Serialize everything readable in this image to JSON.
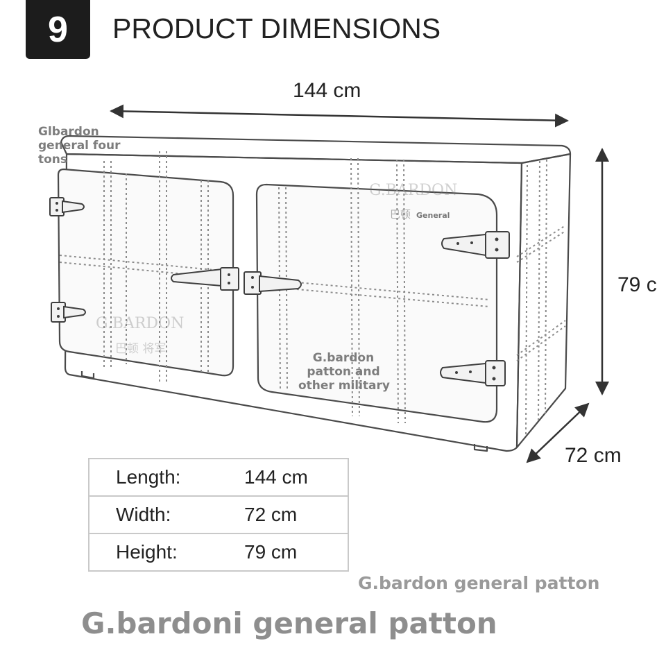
{
  "header": {
    "step_number": "9",
    "title": "PRODUCT DIMENSIONS"
  },
  "dimensions": {
    "width_label": "144 cm",
    "height_label": "79 c",
    "depth_label": "72 cm"
  },
  "specs": [
    {
      "label": "Length:",
      "value": "144 cm"
    },
    {
      "label": "Width:",
      "value": "72 cm"
    },
    {
      "label": "Height:",
      "value": "79 cm"
    }
  ],
  "watermarks": {
    "top_left": [
      "Glbardon",
      "general four",
      "tons"
    ],
    "center": [
      "G.bardon",
      "patton and",
      "other military"
    ],
    "bottom_right": "G.bardon general patton",
    "bottom_large": "G.bardoni general patton",
    "logo_upper": "G.BARDON",
    "logo_upper_sub_cn": "巴顿",
    "logo_upper_sub": "General",
    "logo_lower": "G.BARDON",
    "logo_lower_sub": "巴顿 将军"
  },
  "colors": {
    "line": "#4a4a4a",
    "stitch": "#8c8c8c",
    "badge": "#1c1c1c"
  }
}
